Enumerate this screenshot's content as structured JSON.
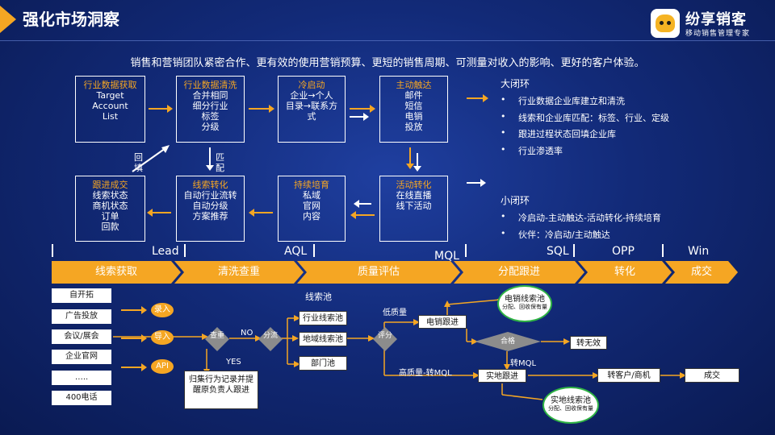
{
  "header": {
    "title": "强化市场洞察",
    "logo_name": "纷享销客",
    "logo_sub": "移动销售管理专家",
    "subtitle": "销售和营销团队紧密合作、更有效的使用营销预算、更短的销售周期、可测量对收入的影响、更好的客户体验。"
  },
  "flow": {
    "boxes": [
      {
        "title": "行业数据获取",
        "lines": [
          "Target",
          "Account",
          "List"
        ]
      },
      {
        "title": "行业数据清洗",
        "lines": [
          "合并相同",
          "细分行业",
          "标签",
          "分级"
        ]
      },
      {
        "title": "冷启动",
        "lines": [
          "企业→个人",
          "目录→联系方",
          "式"
        ]
      },
      {
        "title": "主动触达",
        "lines": [
          "邮件",
          "短信",
          "电销",
          "投放"
        ]
      },
      {
        "title": "跟进成交",
        "lines": [
          "线索状态",
          "商机状态",
          "订单",
          "回款"
        ]
      },
      {
        "title": "线索转化",
        "lines": [
          "自动行业流转",
          "自动分级",
          "方案推荐"
        ]
      },
      {
        "title": "持续培育",
        "lines": [
          "私域",
          "官网",
          "内容"
        ]
      },
      {
        "title": "活动转化",
        "lines": [
          "在线直播",
          "线下活动"
        ]
      }
    ],
    "label_back": "回填",
    "label_match": "匹配"
  },
  "loops": {
    "big_title": "大闭环",
    "big_items": [
      "行业数据企业库建立和清洗",
      "线索和企业库匹配：标签、行业、定级",
      "跟进过程状态回填企业库",
      "行业渗透率"
    ],
    "small_title": "小闭环",
    "small_items": [
      "冷启动-主动触达-活动转化-持续培育",
      "伙伴：冷启动/主动触达"
    ]
  },
  "stages": {
    "markers": [
      "Lead",
      "AQL",
      "MQL",
      "SQL",
      "OPP",
      "Win"
    ],
    "chevrons": [
      "线索获取",
      "清洗查重",
      "质量评估",
      "分配跟进",
      "转化",
      "成交"
    ]
  },
  "process": {
    "sources": [
      "自开拓",
      "广告投放",
      "会议/展会",
      "企业官网",
      "…..",
      "400电话"
    ],
    "inputs": [
      "录入",
      "导入",
      "API"
    ],
    "dedupe": "查重",
    "no": "NO",
    "yes": "YES",
    "split": "分流",
    "yes_box": "归集行为记录并提醒原负责人跟进",
    "pool_title": "线索池",
    "pools": [
      "行业线索池",
      "地域线索池",
      "部门池"
    ],
    "assess": "评分",
    "low_quality": "低质量",
    "high_quality": "高质量-转MQL",
    "phone_follow": "电销跟进",
    "phone_pool": {
      "title": "电销线索池",
      "sub": "分配、回收保有量"
    },
    "qualified": "合格",
    "to_mql": "转MQL",
    "invalid": "转无效",
    "field_follow": "实地跟进",
    "field_pool": {
      "title": "实地线索池",
      "sub": "分配、回收保有量"
    },
    "to_customer": "转客户/商机",
    "deal": "成交"
  },
  "colors": {
    "accent": "#f5a623",
    "background": "#122a78",
    "circle": "#2fb344"
  }
}
